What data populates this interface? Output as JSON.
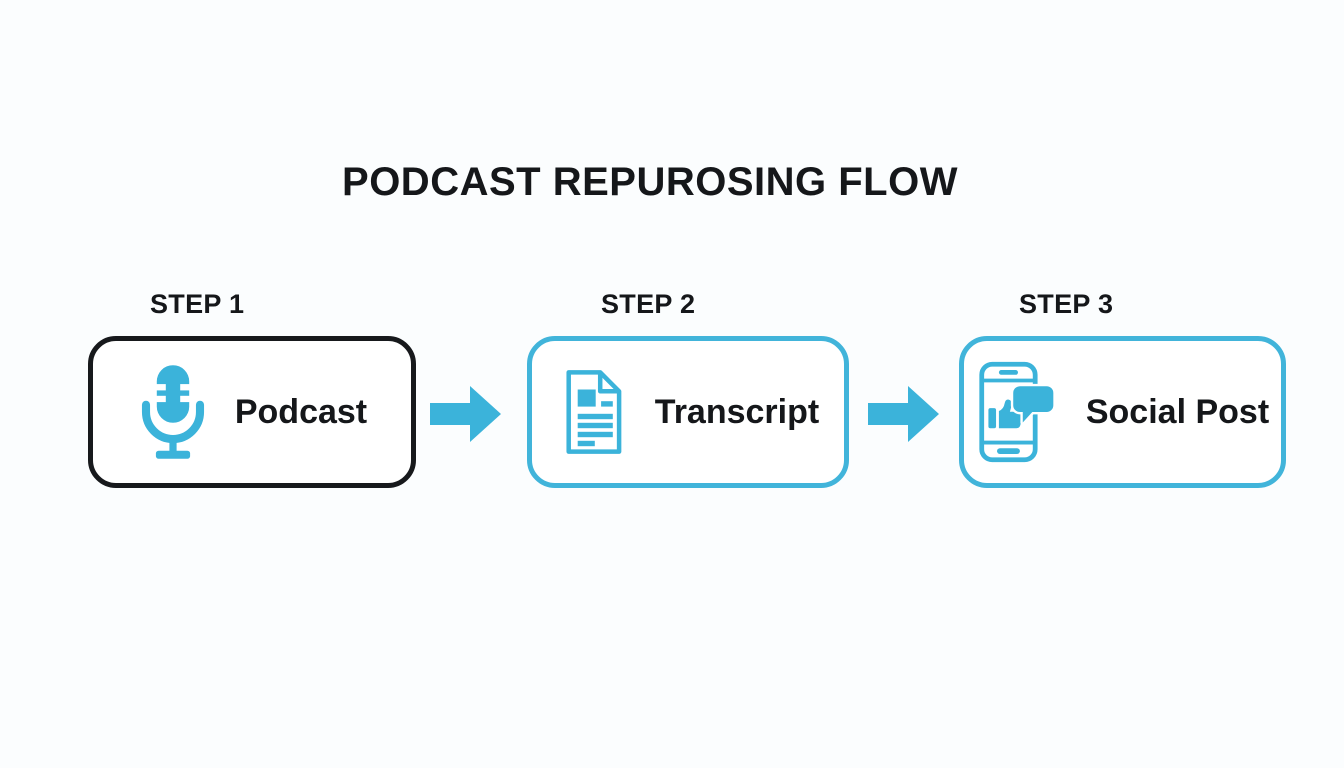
{
  "title": "PODCAST REPUROSING FLOW",
  "colors": {
    "accent_blue": "#3bb3da",
    "box_border_blue": "#41b4da",
    "box_border_dark": "#17191c",
    "ink": "#15171a",
    "background": "#fbfdfe"
  },
  "steps": [
    {
      "label": "STEP 1",
      "name": "Podcast",
      "icon": "microphone-icon",
      "border": "dark"
    },
    {
      "label": "STEP 2",
      "name": "Transcript",
      "icon": "document-icon",
      "border": "blue"
    },
    {
      "label": "STEP 3",
      "name": "Social Post",
      "icon": "smartphone-social-icon",
      "border": "blue"
    }
  ],
  "arrow_icon": "right-arrow-icon"
}
